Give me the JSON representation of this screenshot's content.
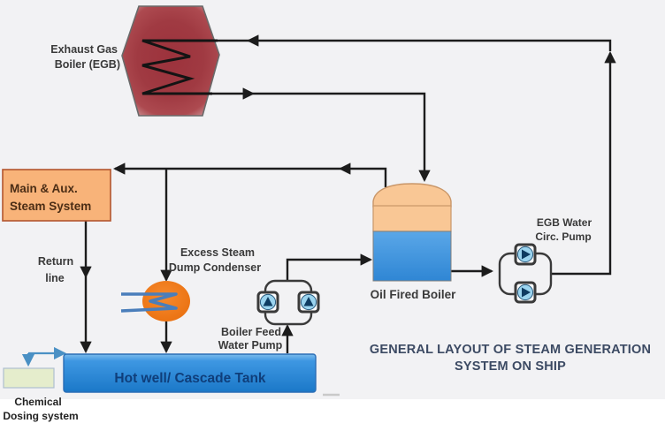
{
  "diagram_title": {
    "line1": "GENERAL LAYOUT OF STEAM GENERATION",
    "line2": "SYSTEM ON SHIP"
  },
  "components": {
    "exhaust_gas_boiler": {
      "label_line1": "Exhaust Gas",
      "label_line2": "Boiler (EGB)"
    },
    "main_aux_steam_system": {
      "label_line1": "Main & Aux.",
      "label_line2": "Steam System"
    },
    "return_line": {
      "label_line1": "Return",
      "label_line2": "line"
    },
    "dump_condenser": {
      "label_line1": "Excess Steam",
      "label_line2": "Dump Condenser"
    },
    "boiler_feed_pump": {
      "label_line1": "Boiler Feed",
      "label_line2": "Water Pump"
    },
    "oil_fired_boiler": {
      "label": "Oil Fired Boiler"
    },
    "egb_circ_pump": {
      "label_line1": "EGB Water",
      "label_line2": "Circ. Pump"
    },
    "hotwell_tank": {
      "label": "Hot well/ Cascade Tank"
    },
    "chemical_dosing": {
      "label_line1": "Chemical",
      "label_line2": "Dosing system"
    }
  },
  "icons": [
    "heating-coil-icon",
    "condenser-coil-icon",
    "pump-icon"
  ],
  "colors": {
    "background_gray": "#f2f2f4",
    "egb_red": "#9e3840",
    "steam_box_orange": "#f8b379",
    "condenser_orange": "#f07a18",
    "coil_blue": "#4a7ebb",
    "boiler_dome_orange": "#f9c795",
    "boiler_water_blue": "#3f95e0",
    "tank_blue_top": "#6db3ea",
    "tank_blue_bottom": "#1b78c8",
    "chemical_green": "#e5edcc",
    "pipe_black": "#1c1c1c",
    "chemical_arrow_blue": "#4a90c4",
    "title_navy": "#3c4a63",
    "pump_circle_blue": "#9bd4ef",
    "pump_triangle_navy": "#0e3c62"
  }
}
